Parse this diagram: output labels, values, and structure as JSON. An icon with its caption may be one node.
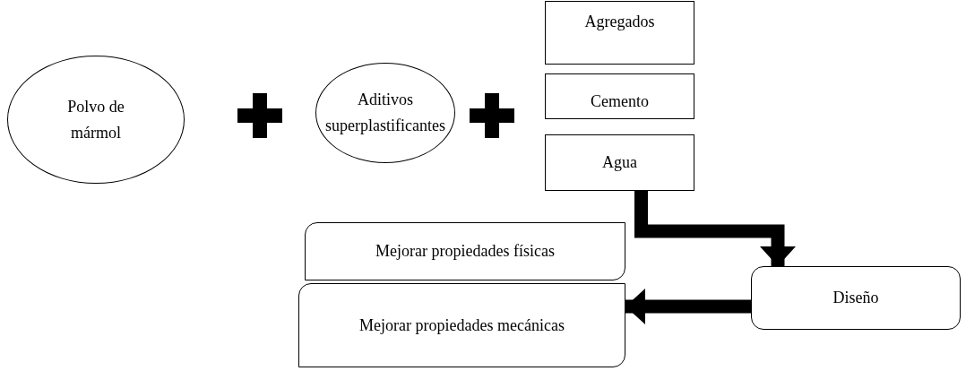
{
  "diagram": {
    "nodes": [
      {
        "text": [
          "Polvo de mármol"
        ]
      },
      {
        "text": [
          "Aditivos superplastificantes"
        ]
      },
      {
        "text": [
          "Agregados"
        ]
      },
      {
        "text": [
          "Cemento"
        ]
      },
      {
        "text": [
          "Agua"
        ]
      },
      {
        "text": [
          "Mejorar propiedades físicas"
        ]
      },
      {
        "text": [
          "Diseño"
        ]
      },
      {
        "text": [
          "Mejorar propiedades mecánicas"
        ]
      }
    ],
    "edges": [
      {
        "from": 4,
        "to": 6,
        "arrow": "to"
      },
      {
        "from": 6,
        "to": 7,
        "arrow": "to"
      }
    ]
  }
}
